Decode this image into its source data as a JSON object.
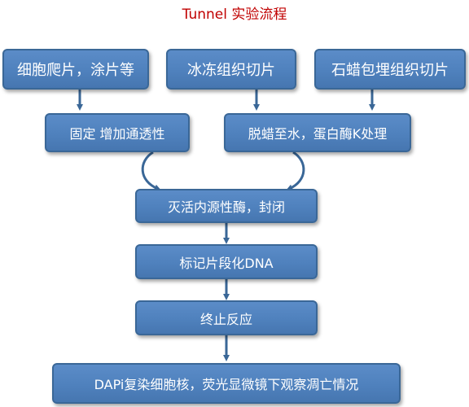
{
  "title": "Tunnel 实验流程",
  "colors": {
    "title": "#c00000",
    "box_fill": "#4f81bd",
    "box_border": "#3a6797",
    "arrow": "#3a6797",
    "text": "#ffffff"
  },
  "steps": {
    "top": [
      "细胞爬片，涂片等",
      "冰冻组织切片",
      "石蜡包埋组织切片"
    ],
    "fix": "固定 增加通透性",
    "dewax": "脱蜡至水，蛋白酶K处理",
    "inactivate": "灭活内源性酶，封闭",
    "label": "标记片段化DNA",
    "stop": "终止反应",
    "final": "DAPi复染细胞核，荧光显微镜下观察凋亡情况"
  }
}
